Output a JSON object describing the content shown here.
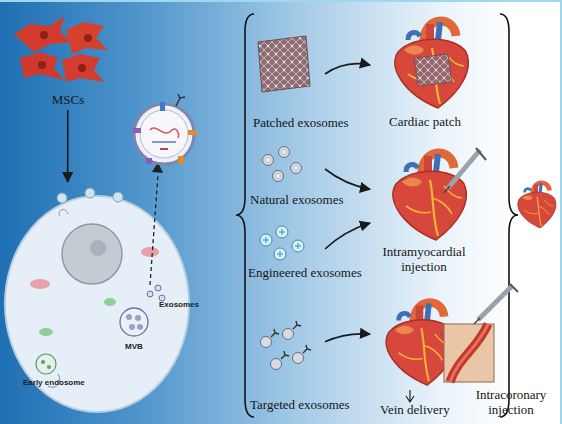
{
  "diagram": {
    "nodes": [
      {
        "text": [
          "MSCs"
        ]
      },
      {
        "text": [
          "Early endosome",
          "MVB",
          "Exosomes"
        ]
      },
      {
        "text": [
          "Patched exosomes"
        ]
      },
      {
        "text": [
          "Natural exosomes"
        ]
      },
      {
        "text": [
          "Engineered exosomes"
        ]
      },
      {
        "text": [
          "Targeted exosomes"
        ]
      },
      {
        "text": [
          "Cardiac patch"
        ]
      },
      {
        "text": [
          "Intramyocardial injection"
        ]
      },
      {
        "text": [
          "Vein delivery",
          "Intracoronary injection"
        ]
      }
    ],
    "edges": [
      {
        "from": 0,
        "to": 1,
        "arrow": "to"
      },
      {
        "from": 2,
        "to": 6,
        "arrow": "to"
      },
      {
        "from": 3,
        "to": 7,
        "arrow": "to"
      },
      {
        "from": 4,
        "to": 7,
        "arrow": "to"
      },
      {
        "from": 5,
        "to": 8,
        "arrow": "to"
      }
    ]
  }
}
